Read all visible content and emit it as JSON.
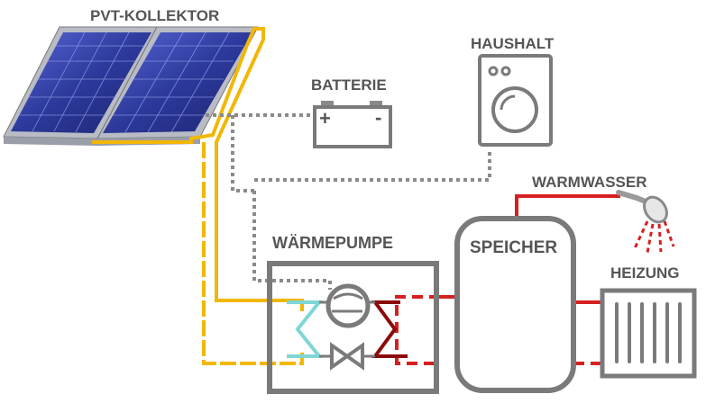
{
  "labels": {
    "collector": "PVT-KOLLEKTOR",
    "battery": "BATTERIE",
    "household": "HAUSHALT",
    "hot_water": "WARMWASSER",
    "heat_pump": "WÄRMEPUMPE",
    "storage": "SPEICHER",
    "heating": "HEIZUNG",
    "battery_plus": "+",
    "battery_minus": "-"
  },
  "colors": {
    "collector_loop": "#f2b705",
    "electric_line": "#8a8a8a",
    "hot_line": "#d62020",
    "evaporator": "#7fd6d6",
    "condenser": "#8b0a0a",
    "component_outline": "#7a7a7a",
    "panel": "#2d3a9c"
  }
}
